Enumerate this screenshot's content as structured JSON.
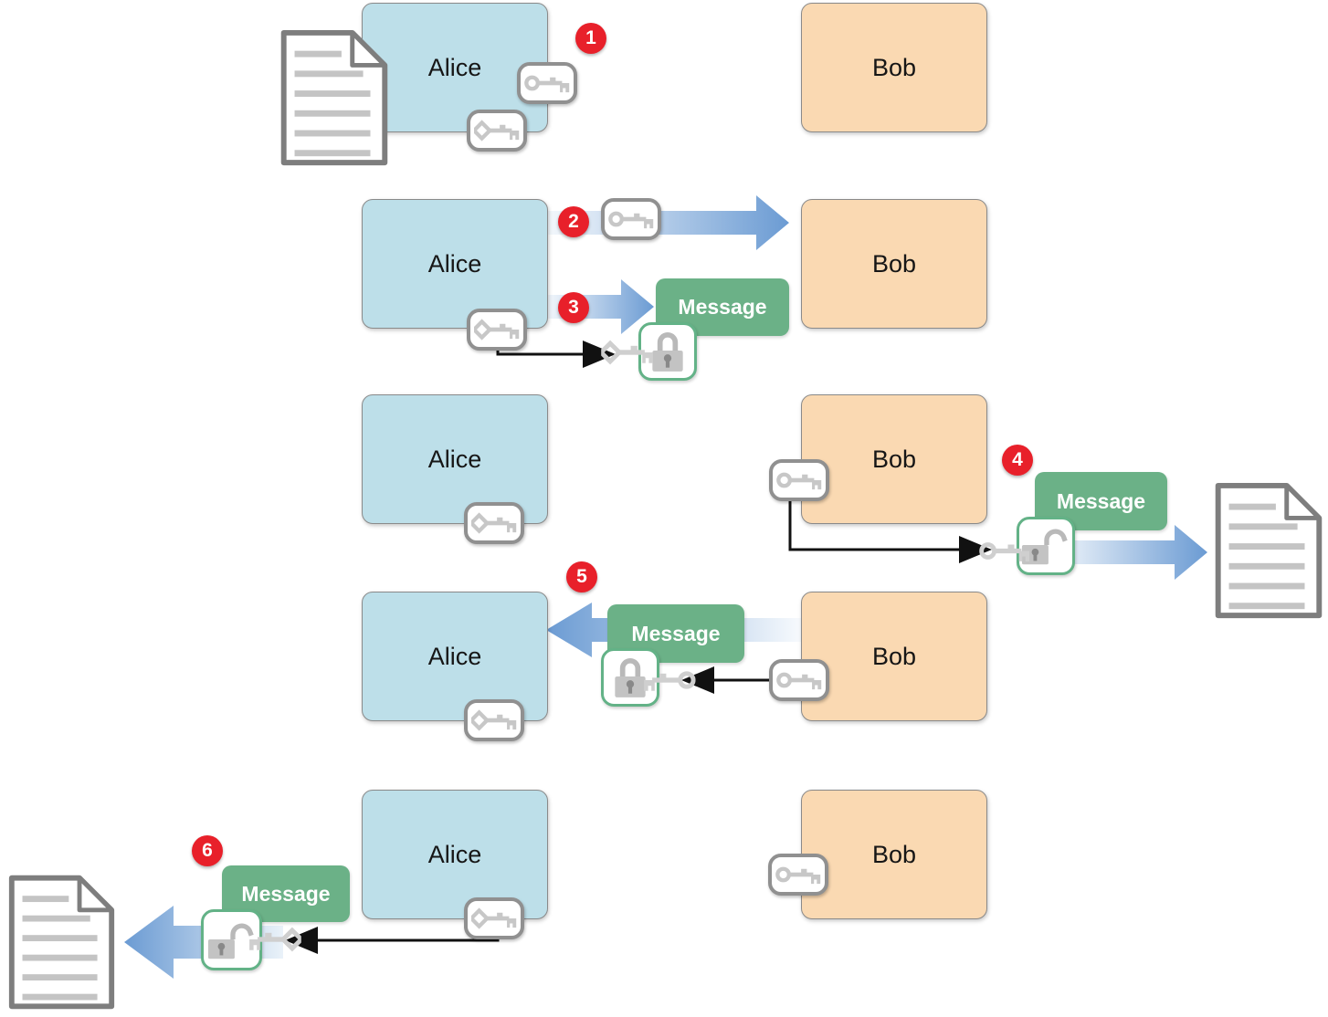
{
  "actors": {
    "alice_label": "Alice",
    "bob_label": "Bob"
  },
  "message": {
    "label": "Message"
  },
  "steps": {
    "s1": "1",
    "s2": "2",
    "s3": "3",
    "s4": "4",
    "s5": "5",
    "s6": "6"
  },
  "icons": {
    "public_key": "key-round-bow-icon",
    "private_key": "key-diamond-bow-icon",
    "padlock_closed": "padlock-closed-icon",
    "padlock_open": "padlock-open-icon",
    "document": "document-icon",
    "transfer_arrow": "blue-gradient-arrow-icon",
    "key_use_arrow": "black-elbow-arrow-icon"
  },
  "colors": {
    "alice_box_fill": "#BDDFE9",
    "bob_box_fill": "#FAD9B2",
    "message_fill": "#6BB187",
    "step_badge_fill": "#E8202A",
    "arrow_blue": "#6B9BD3",
    "key_gray": "#C7C7C7",
    "box_border_gray": "#8A8A8A"
  }
}
